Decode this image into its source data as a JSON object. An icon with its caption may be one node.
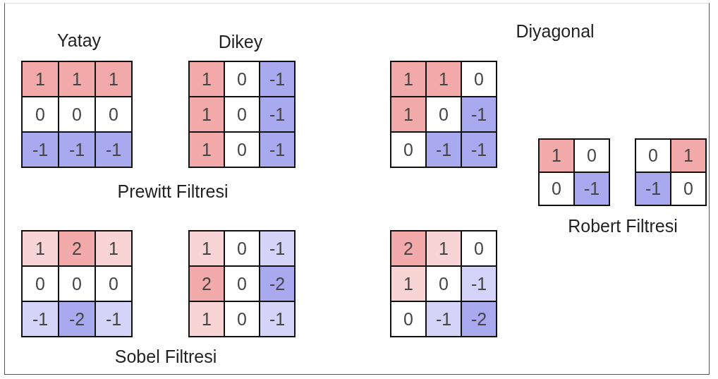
{
  "diagram": {
    "labels": [
      "Yatay",
      "Dikey",
      "Diyagonal",
      "1",
      "1",
      "1",
      "0",
      "0",
      "0",
      "-1",
      "-1",
      "-1",
      "1",
      "0",
      "-1",
      "1",
      "0",
      "-1",
      "1",
      "0",
      "-1",
      "1",
      "1",
      "0",
      "1",
      "0",
      "-1",
      "0",
      "-1",
      "-1",
      "1",
      "0",
      "0",
      "1",
      "Prewitt Filtresi",
      "0",
      "-1",
      "-1",
      "0",
      "Robert Filtresi",
      "1",
      "2",
      "1",
      "0",
      "0",
      "0",
      "-1",
      "-2",
      "-1",
      "1",
      "0",
      "-1",
      "2",
      "0",
      "-2",
      "1",
      "0",
      "-1",
      "2",
      "1",
      "0",
      "1",
      "0",
      "-1",
      "0",
      "-1",
      "-2",
      "Sobel Filtresi"
    ]
  }
}
